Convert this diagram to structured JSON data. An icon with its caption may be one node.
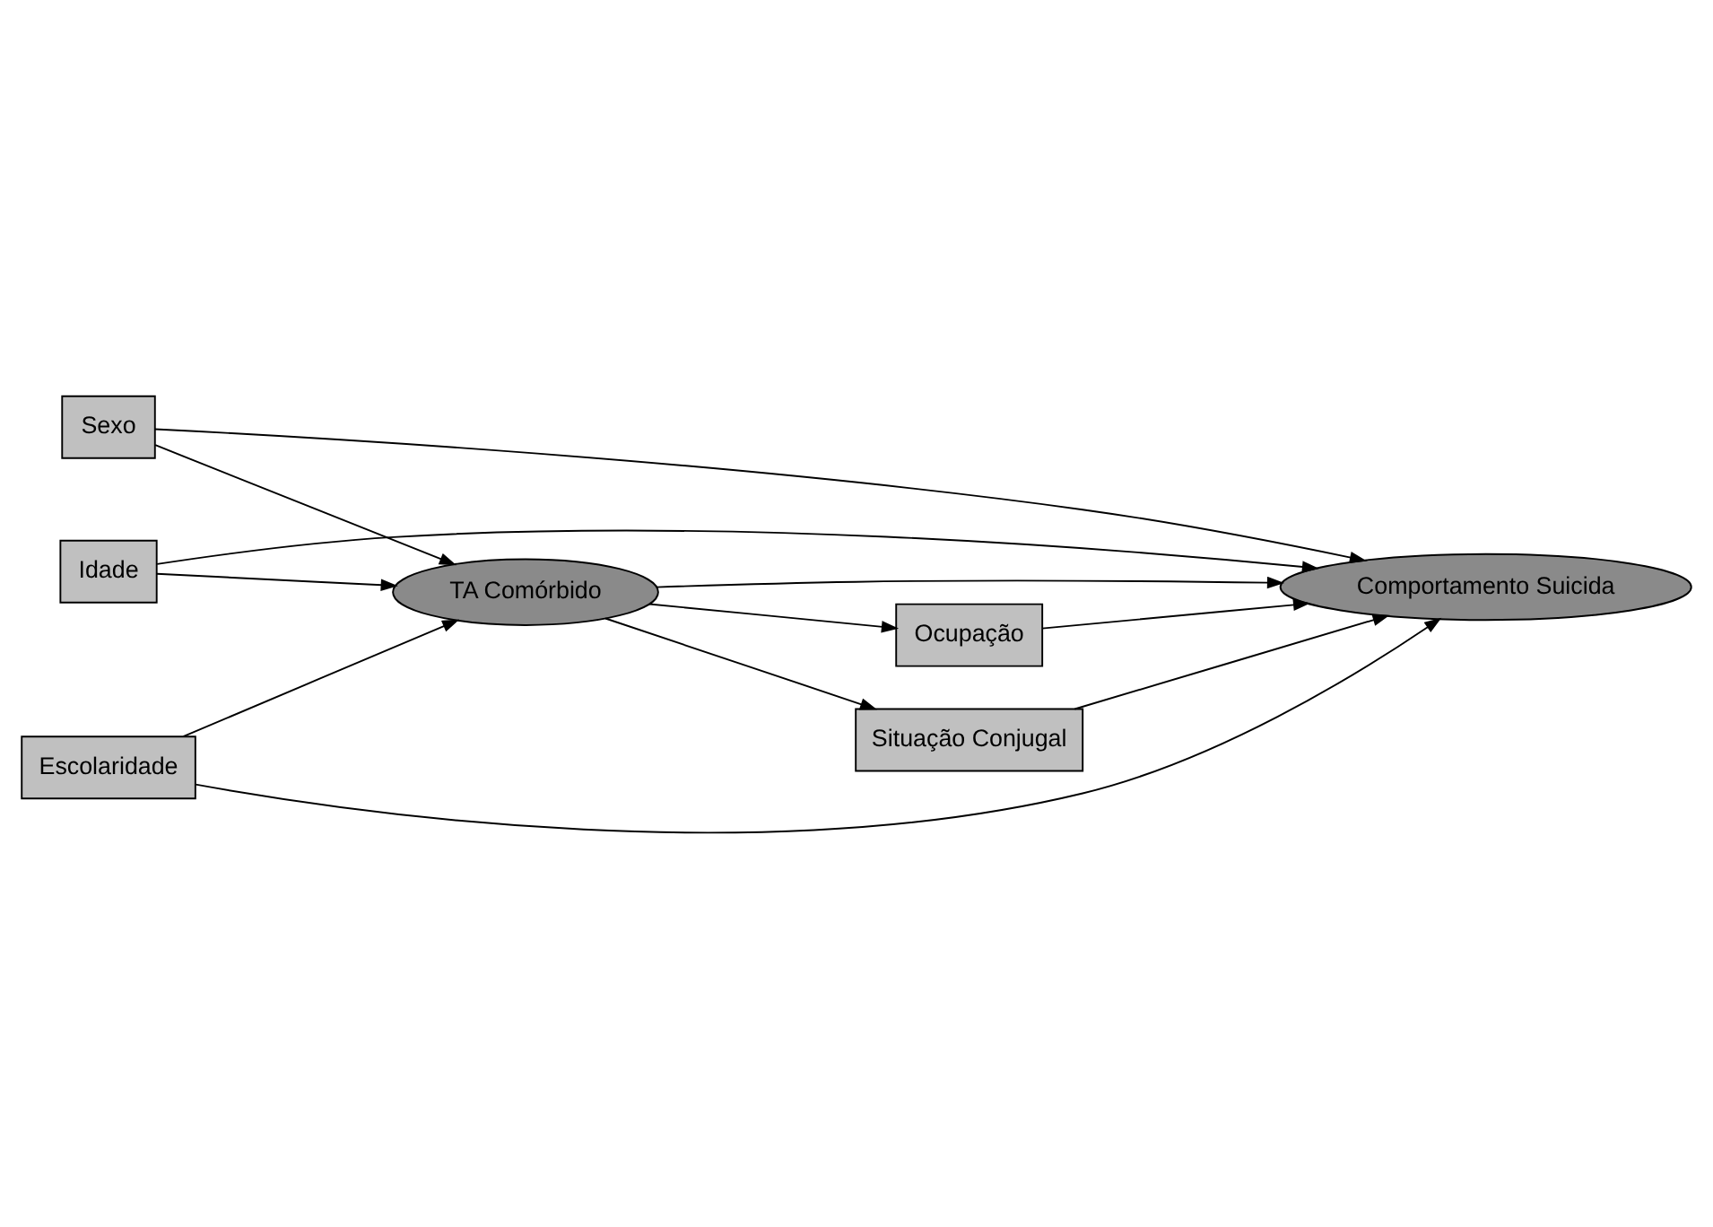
{
  "diagram": {
    "nodes": [
      {
        "text": [
          "Sexo"
        ]
      },
      {
        "text": [
          "Idade"
        ]
      },
      {
        "text": [
          "Escolaridade"
        ]
      },
      {
        "text": [
          "TA Comórbido"
        ]
      },
      {
        "text": [
          "Comportamento Suicida"
        ]
      },
      {
        "text": [
          "Ocupação"
        ]
      },
      {
        "text": [
          "Situação Conjugal"
        ]
      }
    ],
    "edges": [
      {
        "from": 0,
        "to": 3,
        "arrow": "to"
      },
      {
        "from": 0,
        "to": 4,
        "arrow": "to"
      },
      {
        "from": 1,
        "to": 3,
        "arrow": "to"
      },
      {
        "from": 1,
        "to": 4,
        "arrow": "to"
      },
      {
        "from": 2,
        "to": 3,
        "arrow": "to"
      },
      {
        "from": 2,
        "to": 4,
        "arrow": "to"
      },
      {
        "from": 3,
        "to": 4,
        "arrow": "to"
      },
      {
        "from": 3,
        "to": 5,
        "arrow": "to"
      },
      {
        "from": 3,
        "to": 6,
        "arrow": "to"
      },
      {
        "from": 5,
        "to": 4,
        "arrow": "to"
      },
      {
        "from": 6,
        "to": 4,
        "arrow": "to"
      }
    ]
  }
}
